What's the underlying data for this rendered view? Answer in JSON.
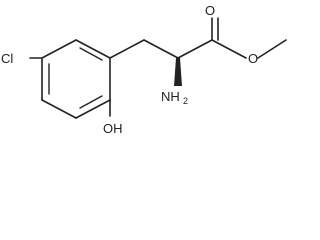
{
  "molecule": {
    "atom_labels": {
      "chlorine": "Cl",
      "hydroxyl": "OH",
      "amine_main": "NH",
      "amine_sub": "2",
      "carbonyl_oxygen": "O",
      "ester_oxygen": "O"
    },
    "colors": {
      "bond": "#222222",
      "text": "#222222",
      "background": "#ffffff"
    }
  }
}
